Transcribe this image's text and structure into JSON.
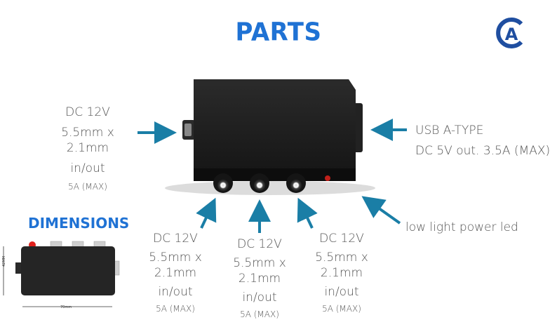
{
  "title": "PARTS",
  "logo": {
    "letters": "A",
    "color": "#1f4ea0"
  },
  "labels": {
    "dc_left": {
      "l1": "DC 12V",
      "l2": "5.5mm x 2.1mm",
      "l3": "in/out",
      "l4": "5A (MAX)"
    },
    "usb": {
      "l1": "USB A-TYPE",
      "l2": "DC 5V out. 3.5A (MAX)"
    },
    "led": "low light power led",
    "dc_bottom_1": {
      "l1": "DC 12V",
      "l2": "5.5mm x 2.1mm",
      "l3": "in/out",
      "l4": "5A (MAX)"
    },
    "dc_bottom_2": {
      "l1": "DC 12V",
      "l2": "5.5mm x 2.1mm",
      "l3": "in/out",
      "l4": "5A (MAX)"
    },
    "dc_bottom_3": {
      "l1": "DC 12V",
      "l2": "5.5mm x 2.1mm",
      "l3": "in/out",
      "l4": "5A (MAX)"
    }
  },
  "dimensions": {
    "title": "DIMENSIONS",
    "width_label": "70mm",
    "height_label": "42MM"
  },
  "colors": {
    "title": "#1f72d4",
    "arrow": "#1a7ea6",
    "box": "#1e1e1e",
    "text": "#555555"
  }
}
